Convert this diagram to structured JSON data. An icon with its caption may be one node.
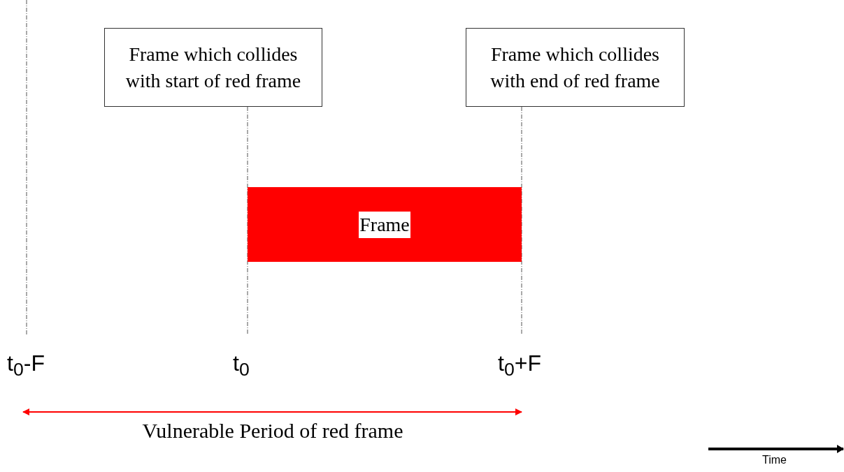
{
  "diagram": {
    "nodes": [
      {
        "text": [
          "Frame which collides with start of red frame"
        ]
      },
      {
        "text": [
          "Frame which collides with end of red frame"
        ]
      },
      {
        "text": [
          "Frame"
        ]
      }
    ],
    "labels": [
      "t$_{0}$-F",
      "t$_{0}$",
      "t$_{0}$+F",
      "Vulnerable Period of red frame",
      "Time"
    ]
  }
}
